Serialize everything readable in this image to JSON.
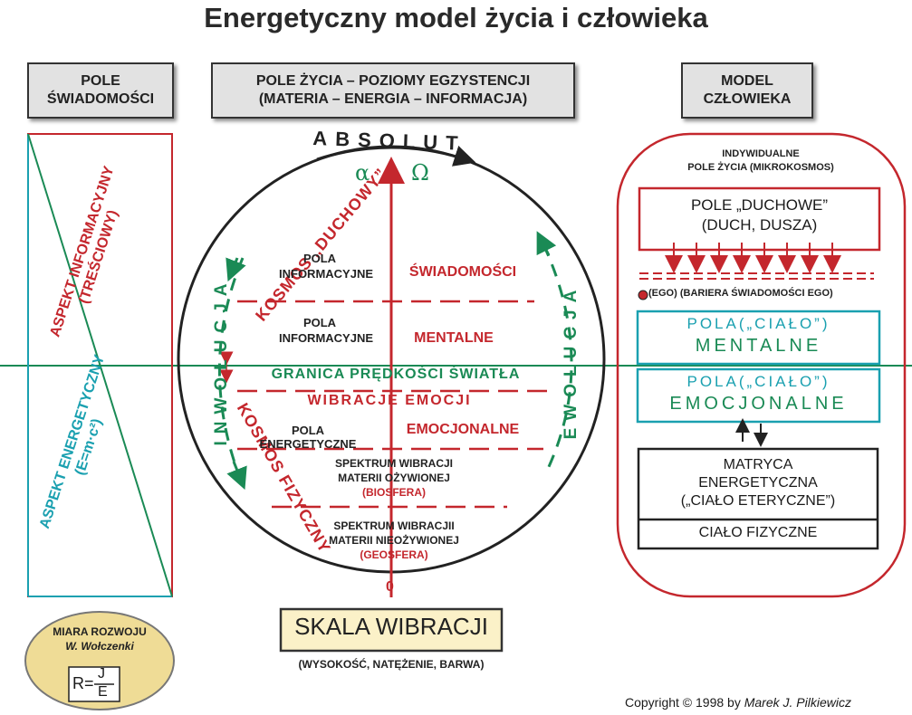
{
  "title": "Energetyczny model życia i człowieka",
  "headers": {
    "left": [
      "POLE",
      "ŚWIADOMOŚCI"
    ],
    "center": [
      "POLE ŻYCIA – POZIOMY EGZYSTENCJI",
      "(MATERIA – ENERGIA – INFORMACJA)"
    ],
    "right": [
      "MODEL",
      "CZŁOWIEKA"
    ]
  },
  "left_panel": {
    "info_aspect": [
      "ASPEKT INFORMACYJNY",
      "(TREŚCIOWY)"
    ],
    "energy_aspect": [
      "ASPEKT ENERGETYCZNY",
      "(E=m·c²)"
    ]
  },
  "circle": {
    "absolut": "ABSOLUT",
    "alpha": "α",
    "omega": "Ω",
    "kosmos_duchowy": "KOSMOS „DUCHOWY”",
    "kosmos_fizyczny": "KOSMOS FIZYCZNY",
    "inwolucja": "INWOLUCJA",
    "ewolucja": "EWOLUCJA",
    "pola_info_1": [
      "POLA",
      "INFORMACYJNE"
    ],
    "swiadomosci": "ŚWIADOMOŚCI",
    "pola_info_2": [
      "POLA",
      "INFORMACYJNE"
    ],
    "mentalne": "MENTALNE",
    "granica": "GRANICA PRĘDKOŚCI ŚWIATŁA",
    "wibracje_emocji": "WIBRACJE EMOCJI",
    "pola_energetyczne": "POLA ENERGETYCZNE",
    "emocjonalne": "EMOCJONALNE",
    "biosfera_lines": [
      "SPEKTRUM WIBRACJI",
      "MATERII OŻYWIONEJ"
    ],
    "biosfera": "(BIOSFERA)",
    "geosfera_lines": [
      "SPEKTRUM WIBRACJII",
      "MATERII NIEOŻYWIONEJ"
    ],
    "geosfera": "(GEOSFERA)",
    "zero": "0"
  },
  "scale": {
    "label": "SKALA WIBRACJI",
    "sub": "(WYSOKOŚĆ, NATĘŻENIE, BARWA)"
  },
  "miara": {
    "title": "MIARA ROZWOJU",
    "author": "W. Wołczenki",
    "lhs": "R=",
    "num": "J",
    "den": "E"
  },
  "model": {
    "header": [
      "INDYWIDUALNE",
      "POLE ŻYCIA (MIKROKOSMOS)"
    ],
    "duchowe": [
      "POLE „DUCHOWE”",
      "(DUCH, DUSZA)"
    ],
    "ego": "(EGO)  (BARIERA ŚWIADOMOŚCI EGO)",
    "mentalne": [
      "POLA(„CIAŁO”)",
      "MENTALNE"
    ],
    "emocjonalne": [
      "POLA(„CIAŁO”)",
      "EMOCJONALNE"
    ],
    "matryca": [
      "MATRYCA",
      "ENERGETYCZNA",
      "(„CIAŁO ETERYCZNE”)"
    ],
    "fizyczne": "CIAŁO FIZYCZNE"
  },
  "copyright": {
    "prefix": "Copyright © 1998 by",
    "author": "Marek J. Pilkiewicz"
  },
  "colors": {
    "red": "#c4272d",
    "green": "#1a8a55",
    "teal": "#1aa0b0"
  }
}
